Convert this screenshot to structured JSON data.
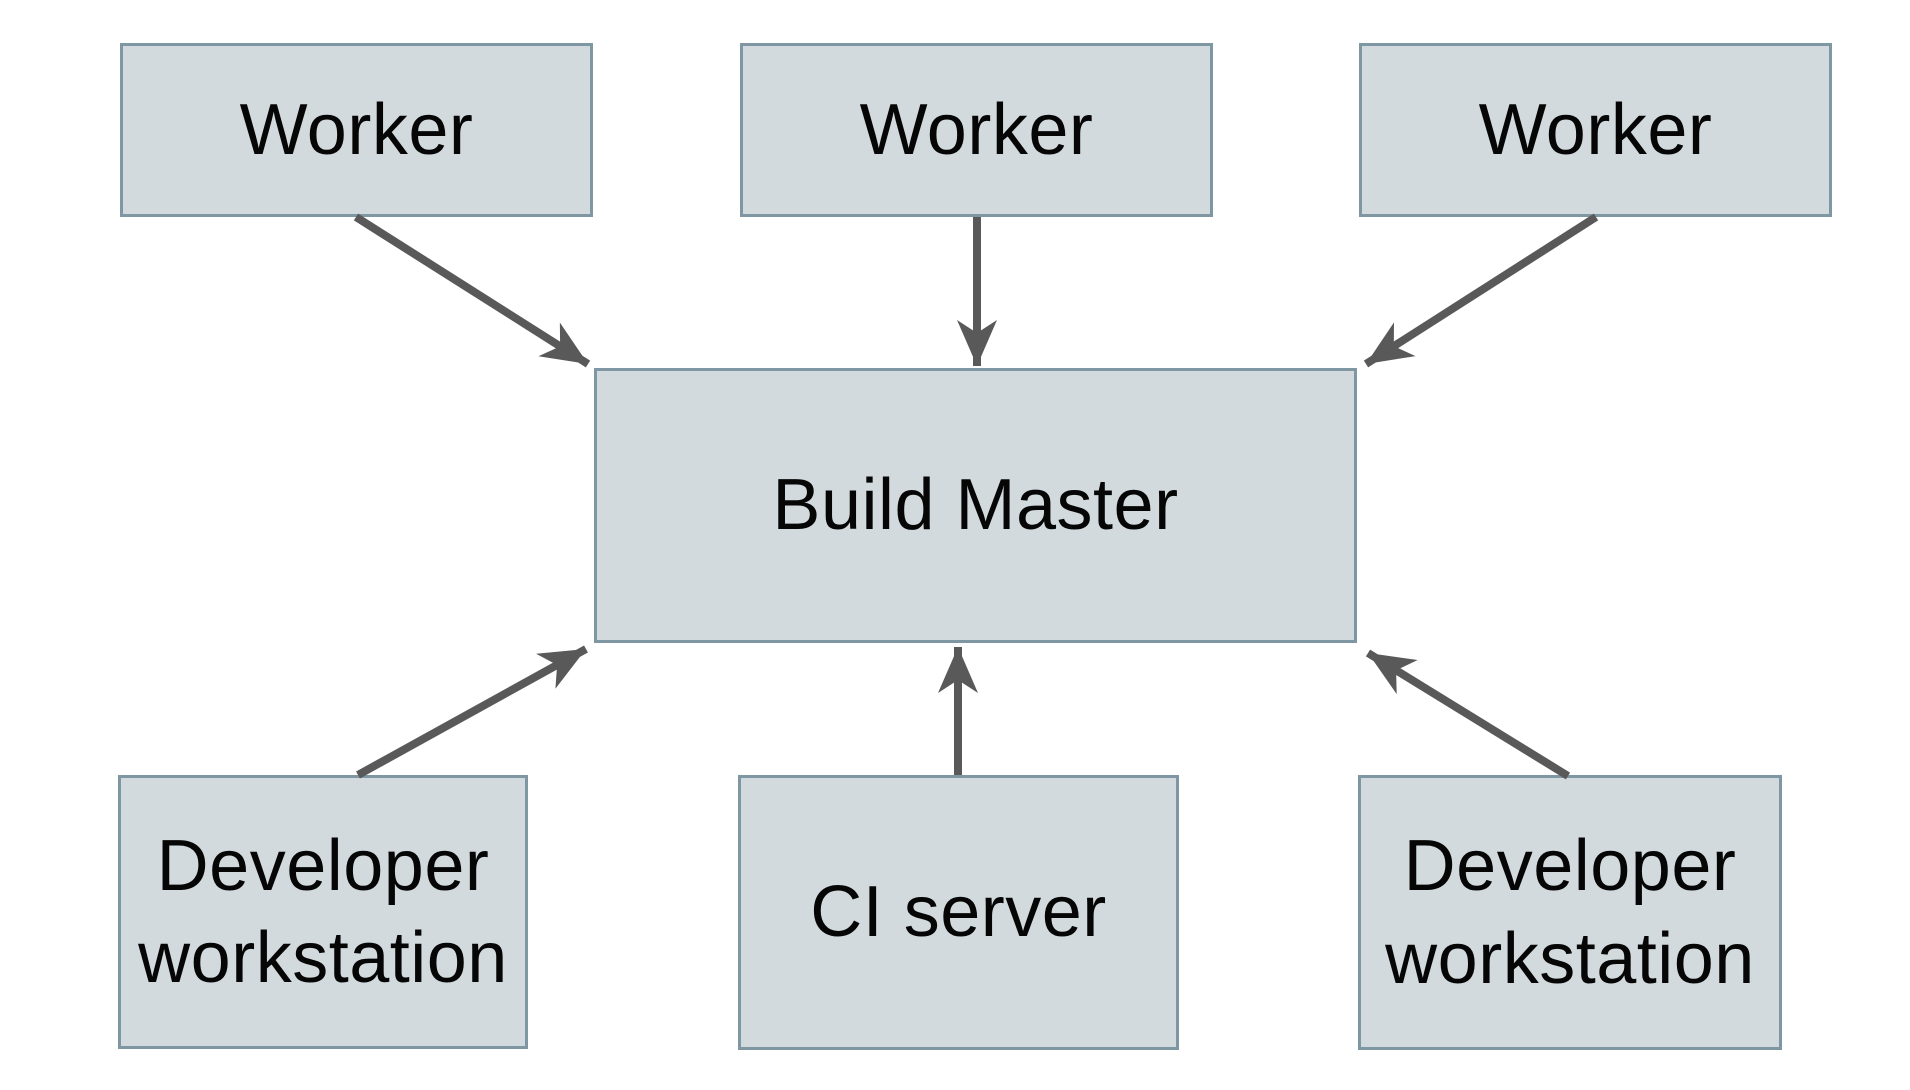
{
  "diagram": {
    "type": "architecture-diagram",
    "background": "#ffffff",
    "nodes": {
      "worker_left": {
        "label": "Worker"
      },
      "worker_center": {
        "label": "Worker"
      },
      "worker_right": {
        "label": "Worker"
      },
      "build_master": {
        "label": "Build Master"
      },
      "developer_workstation_left": {
        "label": "Developer workstation"
      },
      "ci_server": {
        "label": "CI server"
      },
      "developer_workstation_right": {
        "label": "Developer workstation"
      }
    },
    "edges": [
      {
        "from": "worker_left",
        "to": "build_master"
      },
      {
        "from": "worker_center",
        "to": "build_master"
      },
      {
        "from": "worker_right",
        "to": "build_master"
      },
      {
        "from": "developer_workstation_left",
        "to": "build_master"
      },
      {
        "from": "ci_server",
        "to": "build_master"
      },
      {
        "from": "developer_workstation_right",
        "to": "build_master"
      }
    ],
    "colors": {
      "node_fill": "#d2dadd",
      "node_border": "#7e97a2",
      "arrow": "#595959",
      "text": "#060606"
    }
  }
}
